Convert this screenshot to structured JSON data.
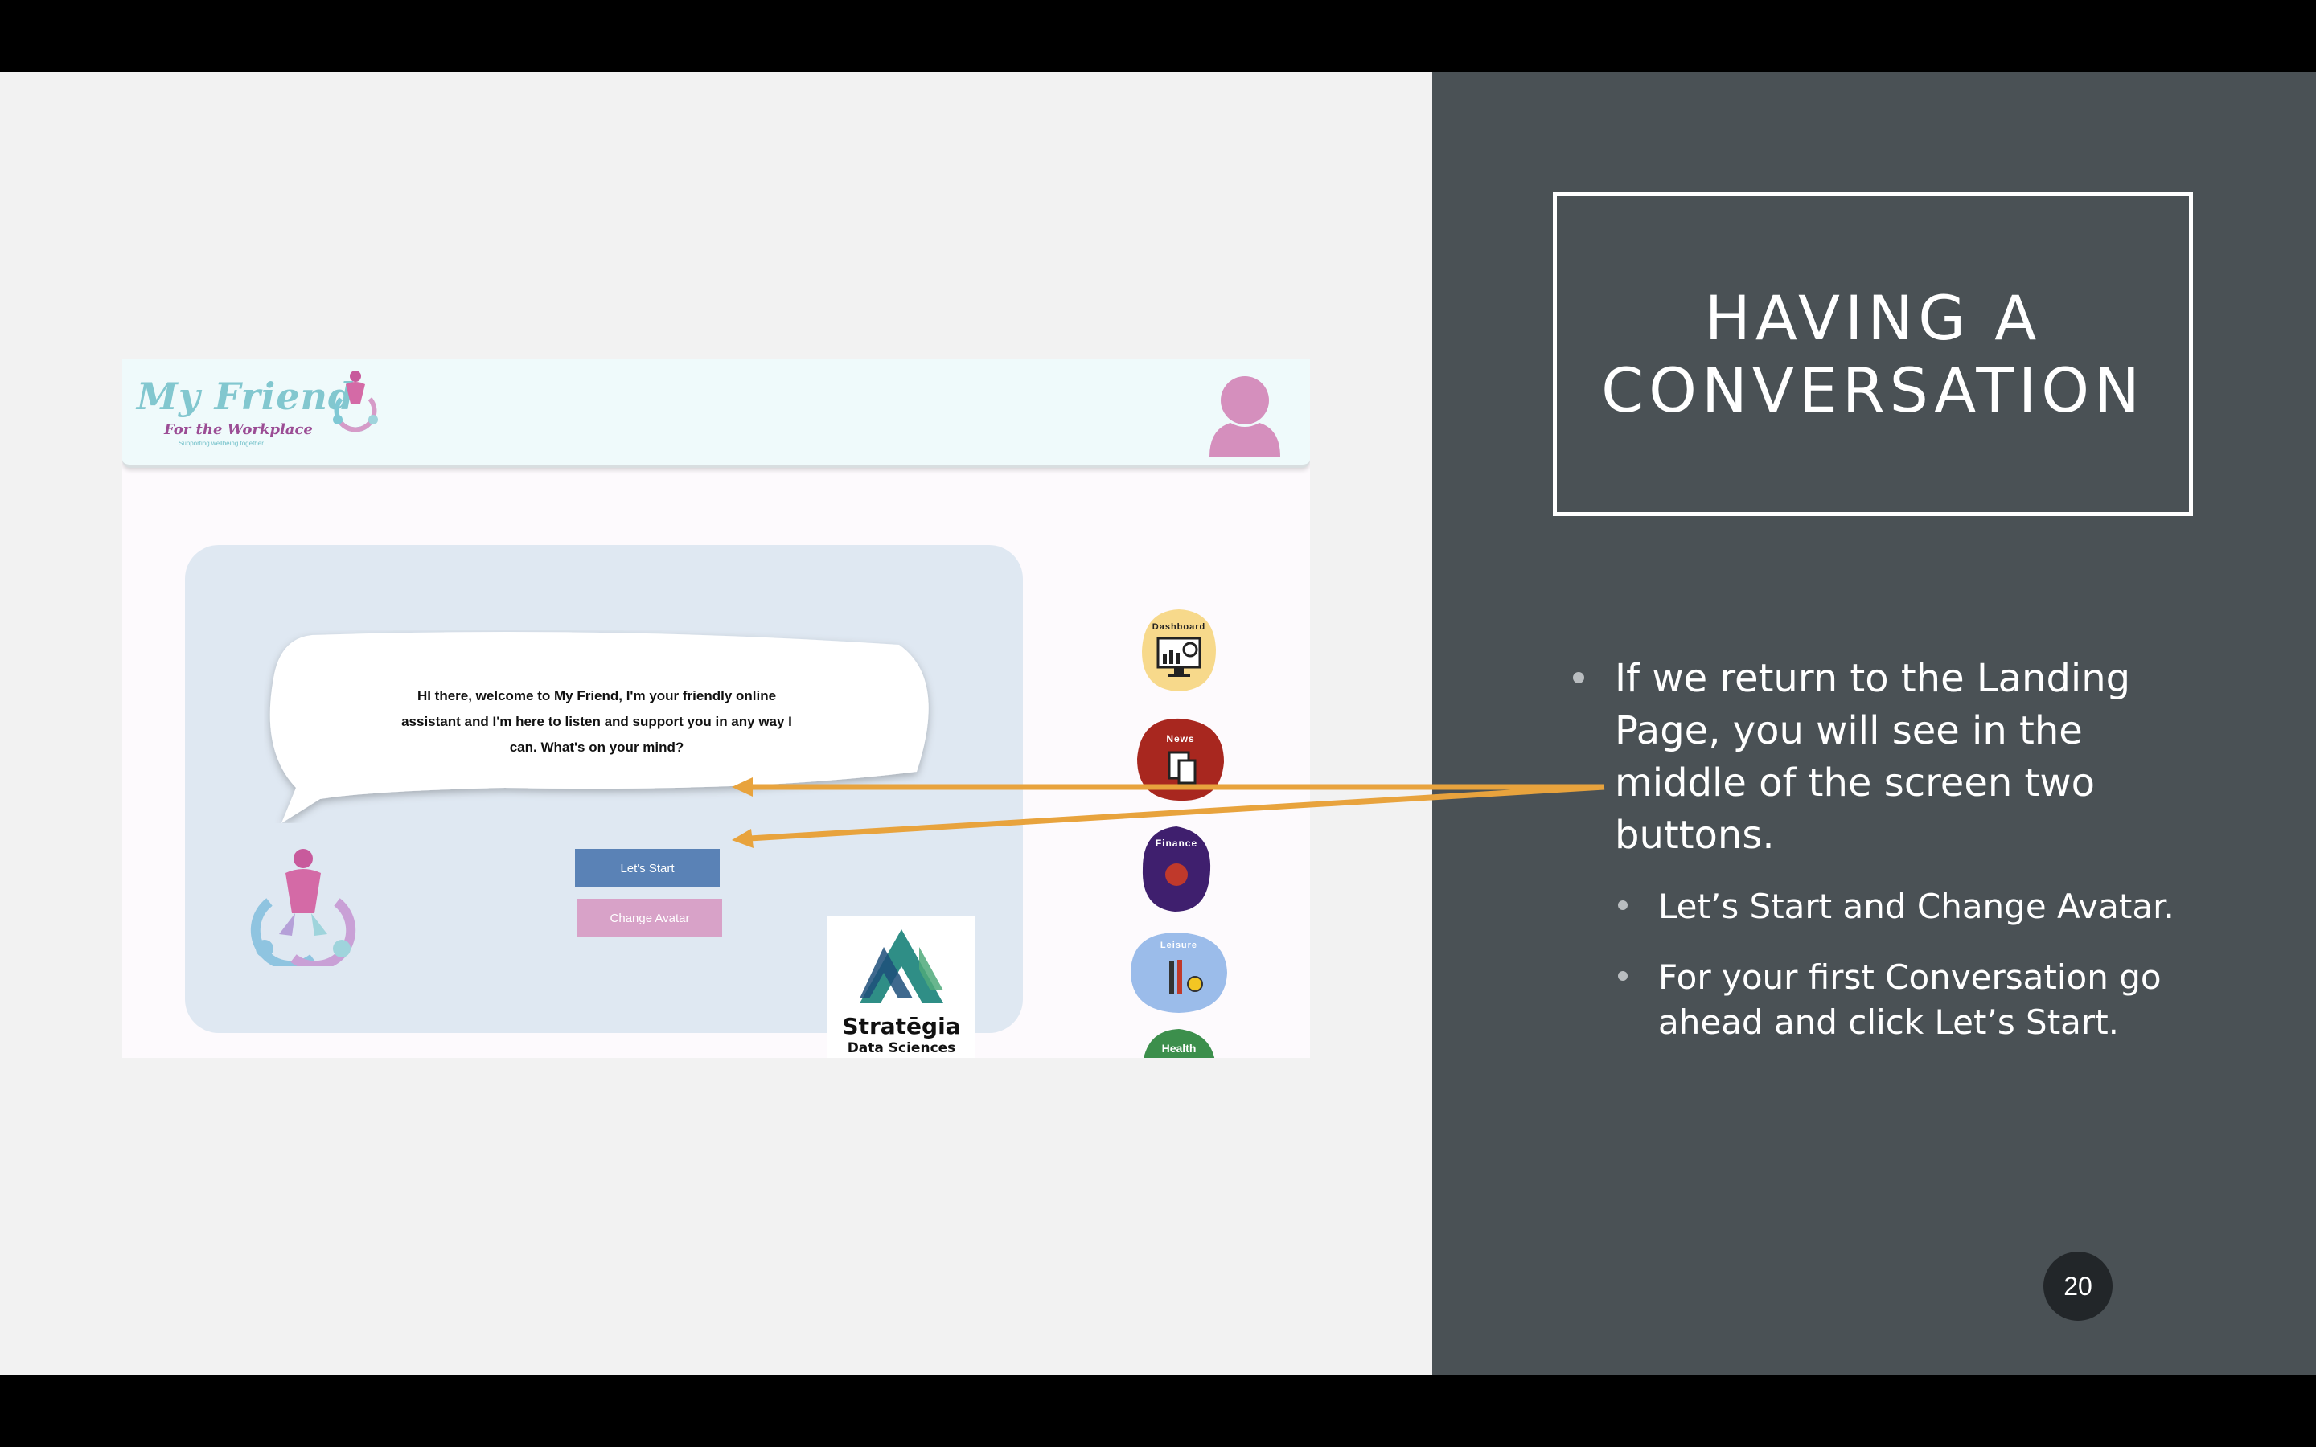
{
  "slide": {
    "title": "HAVING A CONVERSATION",
    "bullets": [
      "If we return to the Landing Page, you will see in the middle of the screen two buttons.",
      "Let’s Start and Change Avatar.",
      "For your first Conversation go ahead and click Let’s Start."
    ],
    "page_number": "20"
  },
  "app": {
    "logo": {
      "title": "My Friend",
      "subtitle": "For the Workplace",
      "tagline": "Supporting wellbeing together"
    },
    "welcome_message": "HI there, welcome to My Friend, I'm your friendly online assistant and I'm here to listen and support you in any way I can. What's on your mind?",
    "buttons": {
      "start": "Let's Start",
      "change_avatar": "Change Avatar"
    },
    "partner": {
      "name": "Stratēgia",
      "subtitle": "Data Sciences"
    },
    "nav": {
      "dashboard": "Dashboard",
      "news": "News",
      "finance": "Finance",
      "leisure": "Leisure",
      "health": "Health"
    }
  },
  "colors": {
    "panel_dark": "#4a5155",
    "arrow": "#e8a33d",
    "start_button": "#5a82b6",
    "avatar_button": "#d8a2c8"
  }
}
